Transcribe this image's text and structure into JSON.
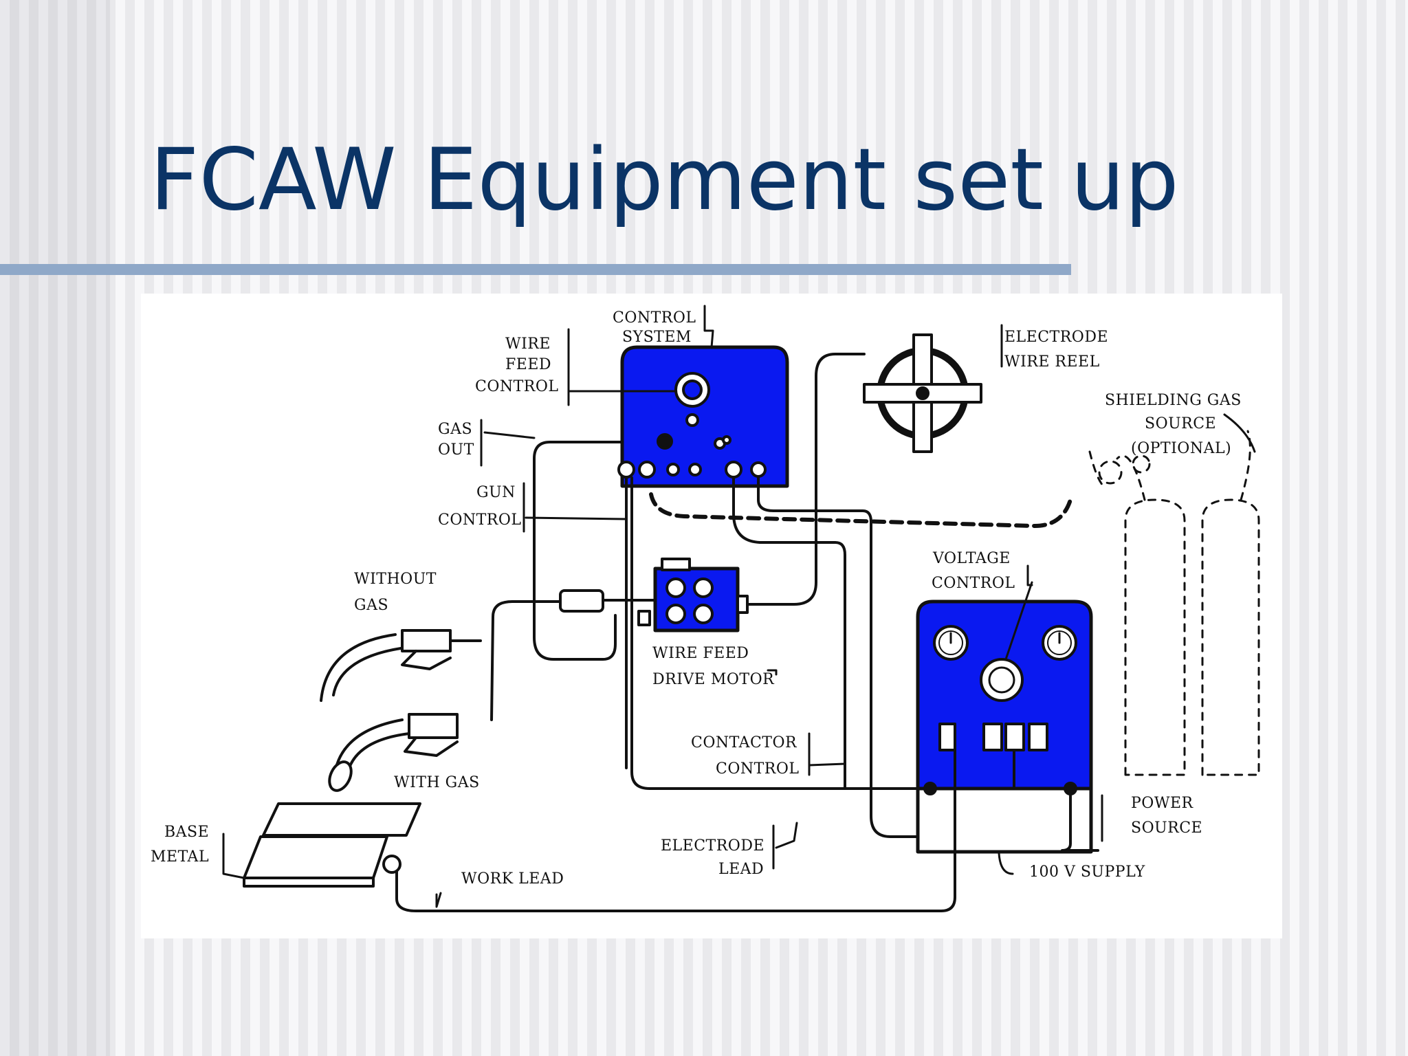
{
  "slide": {
    "title": "FCAW Equipment set up"
  },
  "diagram": {
    "labels": {
      "control_system": [
        "CONTROL",
        "SYSTEM"
      ],
      "wire_feed_control": [
        "WIRE",
        "FEED",
        "CONTROL"
      ],
      "gas_out": [
        "GAS",
        "OUT"
      ],
      "gun_control": [
        "GUN",
        "CONTROL"
      ],
      "without_gas": [
        "WITHOUT",
        "GAS"
      ],
      "with_gas": "WITH GAS",
      "base_metal": [
        "BASE",
        "METAL"
      ],
      "work_lead": "WORK LEAD",
      "wire_feed_drive_motor": [
        "WIRE FEED",
        "DRIVE MOTOR"
      ],
      "contactor_control": [
        "CONTACTOR",
        "CONTROL"
      ],
      "electrode_lead": [
        "ELECTRODE",
        "LEAD"
      ],
      "electrode_wire_reel": [
        "ELECTRODE",
        "WIRE REEL"
      ],
      "shielding_gas_source": [
        "SHIELDING GAS",
        "SOURCE",
        "(OPTIONAL)"
      ],
      "voltage_control": [
        "VOLTAGE",
        "CONTROL"
      ],
      "power_source": [
        "POWER",
        "SOURCE"
      ],
      "supply": "100 V SUPPLY"
    },
    "colors": {
      "panel_fill": "#0a19f0",
      "line": "#111111"
    }
  }
}
